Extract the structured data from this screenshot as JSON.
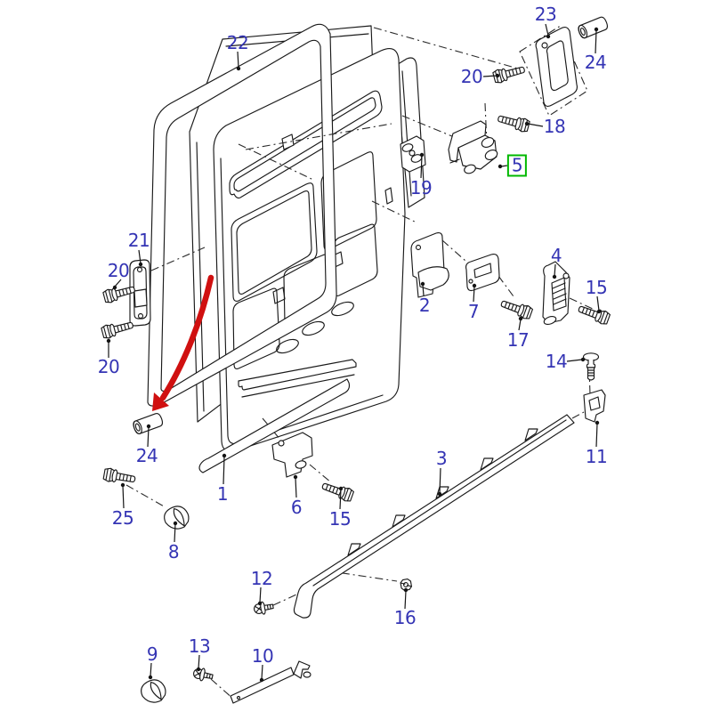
{
  "callouts": {
    "c22": "22",
    "c23": "23",
    "c24a": "24",
    "c20a": "20",
    "c18": "18",
    "c19": "19",
    "c5": "5",
    "c21": "21",
    "c20b": "20",
    "c20c": "20",
    "c2": "2",
    "c7": "7",
    "c17": "17",
    "c4": "4",
    "c15a": "15",
    "c14": "14",
    "c11": "11",
    "c3": "3",
    "c16": "16",
    "c12": "12",
    "c24b": "24",
    "c25": "25",
    "c8": "8",
    "c1": "1",
    "c6": "6",
    "c15b": "15",
    "c9": "9",
    "c13": "13",
    "c10": "10"
  },
  "highlight": {
    "part": "5",
    "box_color": "#00b800"
  },
  "colors": {
    "label_blue": "#3434b4",
    "line_black": "#1a1a1a",
    "arrow_red": "#d01010",
    "highlight_green": "#00b800",
    "background": "#ffffff"
  }
}
